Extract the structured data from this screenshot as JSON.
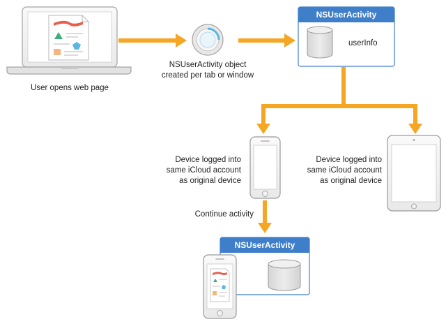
{
  "colors": {
    "arrow": "#f5a623",
    "header_blue": "#3f7fca",
    "header_text": "#ffffff",
    "device_fill": "#f4f4f4",
    "device_stroke": "#9a9a9a",
    "db_fill": "#e3e3e3",
    "accent_red": "#e8604c",
    "accent_green": "#3fae7a",
    "accent_blue": "#5bb6e0",
    "accent_orange": "#f6b57e"
  },
  "nodes": {
    "laptop": {
      "label": "User opens web page",
      "icon": "laptop-icon"
    },
    "activity_object": {
      "label_line1": "NSUserActivity object",
      "label_line2": "created per tab or window",
      "icon": "activity-disc-icon"
    },
    "activity_box_top": {
      "title": "NSUserActivity",
      "field": "userInfo",
      "icon": "database-icon"
    },
    "iphone_device": {
      "label_line1": "Device logged into",
      "label_line2": "same iCloud account",
      "label_line3": "as original device",
      "icon": "iphone-icon"
    },
    "ipad_device": {
      "label_line1": "Device logged into",
      "label_line2": "same iCloud account",
      "label_line3": "as original device",
      "icon": "ipad-icon"
    },
    "continue": {
      "label": "Continue activity"
    },
    "activity_box_bottom": {
      "title": "NSUserActivity",
      "icon": "database-icon"
    },
    "iphone_continued": {
      "icon": "iphone-with-page-icon"
    }
  }
}
